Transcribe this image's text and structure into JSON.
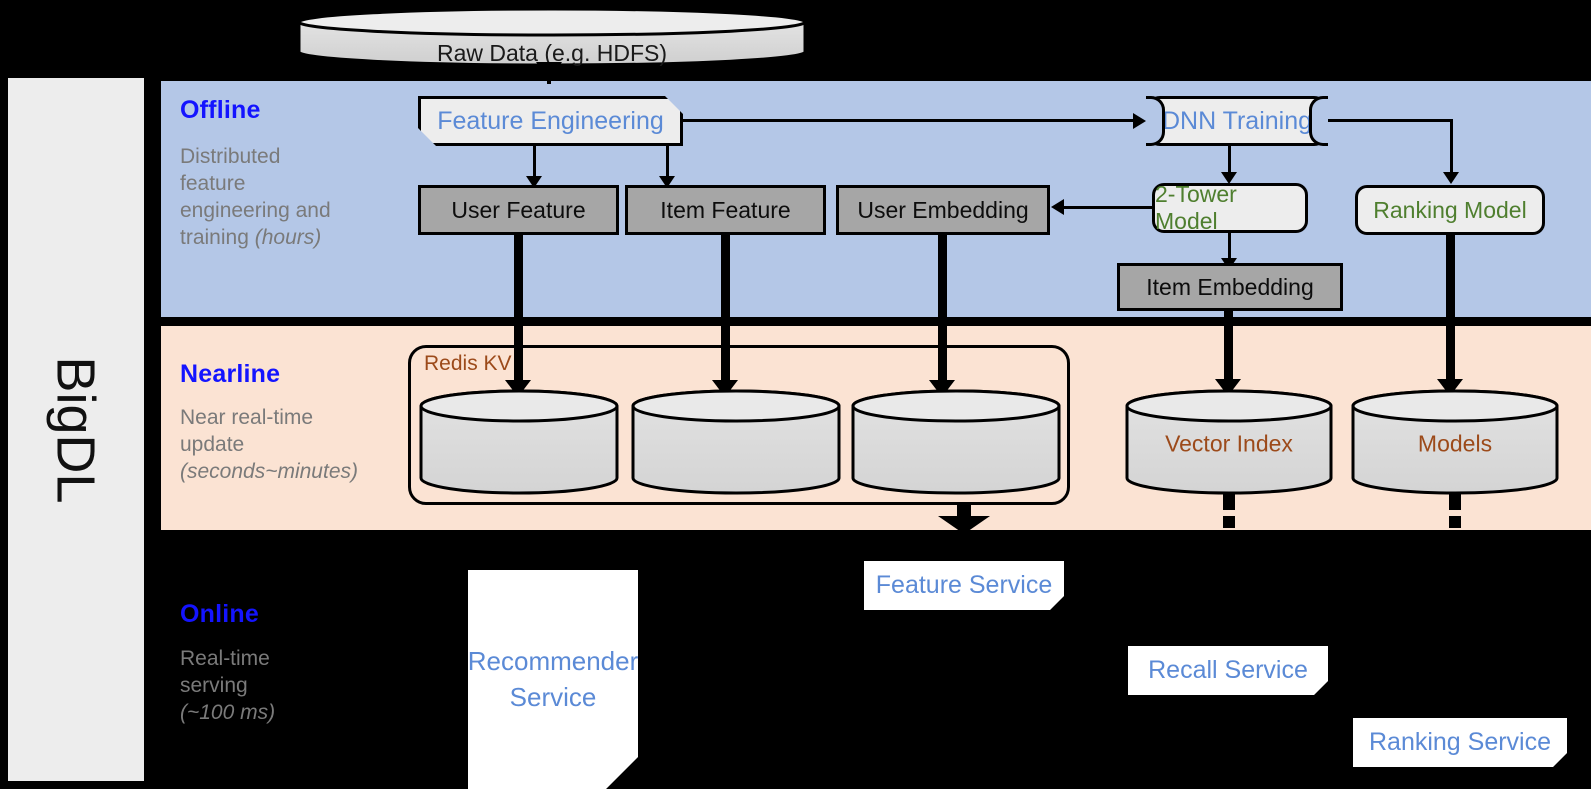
{
  "framework": {
    "name": "BigDL"
  },
  "top_source": {
    "label": "Raw Data (e.g. HDFS)",
    "shape": "cylinder"
  },
  "bands": [
    {
      "id": "offline",
      "title": "Offline",
      "subtitle_line1": "Distributed",
      "subtitle_line2": "feature",
      "subtitle_line3": "engineering and",
      "subtitle_line4_plain": "training ",
      "subtitle_line4_italic": "(hours)",
      "background": "#b4c7e7",
      "title_color": "#1414ff"
    },
    {
      "id": "nearline",
      "title": "Nearline",
      "subtitle_line1": "Near real-time",
      "subtitle_line2": "update",
      "subtitle_line3_italic": "(seconds~minutes)",
      "background": "#fbe3d3",
      "title_color": "#1414ff"
    },
    {
      "id": "online",
      "title": "Online",
      "subtitle_line1": "Real-time",
      "subtitle_line2": "serving",
      "subtitle_line3_italic": "(~100 ms)",
      "background": "#000000",
      "title_color": "#1414ff"
    }
  ],
  "offline": {
    "feature_engineering": {
      "label": "Feature Engineering",
      "text_color": "#5b8ad6",
      "shape": "flag"
    },
    "dnn_training": {
      "label": "DNN Training",
      "text_color": "#5b8ad6",
      "shape": "card"
    },
    "user_feature": {
      "label": "User Feature",
      "shape": "gray-box"
    },
    "item_feature": {
      "label": "Item Feature",
      "shape": "gray-box"
    },
    "user_embedding": {
      "label": "User Embedding",
      "shape": "gray-box"
    },
    "item_embedding": {
      "label": "Item Embedding",
      "shape": "gray-box"
    },
    "two_tower_model": {
      "label": "2-Tower Model",
      "text_color": "#4f7f2f",
      "shape": "rounded"
    },
    "ranking_model": {
      "label": "Ranking Model",
      "text_color": "#4f7f2f",
      "shape": "rounded"
    }
  },
  "nearline": {
    "redis_kv": {
      "label": "Redis KV",
      "text_color": "#9c4a1a"
    },
    "stores": [
      {
        "label": "",
        "name": "user-feature-store"
      },
      {
        "label": "",
        "name": "item-feature-store"
      },
      {
        "label": "",
        "name": "user-embedding-store"
      }
    ],
    "vector_index": {
      "label": "Vector Index",
      "text_color": "#9c4a1a"
    },
    "models": {
      "label": "Models",
      "text_color": "#9c4a1a"
    }
  },
  "online": {
    "recommender_service": {
      "label_line1": "Recommender",
      "label_line2": "Service",
      "text_color": "#5b8ad6"
    },
    "feature_service": {
      "label": "Feature Service",
      "text_color": "#5b8ad6"
    },
    "recall_service": {
      "label": "Recall Service",
      "text_color": "#5b8ad6"
    },
    "ranking_service": {
      "label": "Ranking Service",
      "text_color": "#5b8ad6"
    }
  },
  "colors": {
    "offline_band": "#b4c7e7",
    "nearline_band": "#fbe3d3",
    "online_band": "#000000",
    "rail": "#ededed",
    "gray_box": "#a6a6a6",
    "blue_text": "#5b8ad6",
    "green_text": "#4f7f2f",
    "brown_text": "#9c4a1a",
    "title_blue": "#1414ff"
  }
}
